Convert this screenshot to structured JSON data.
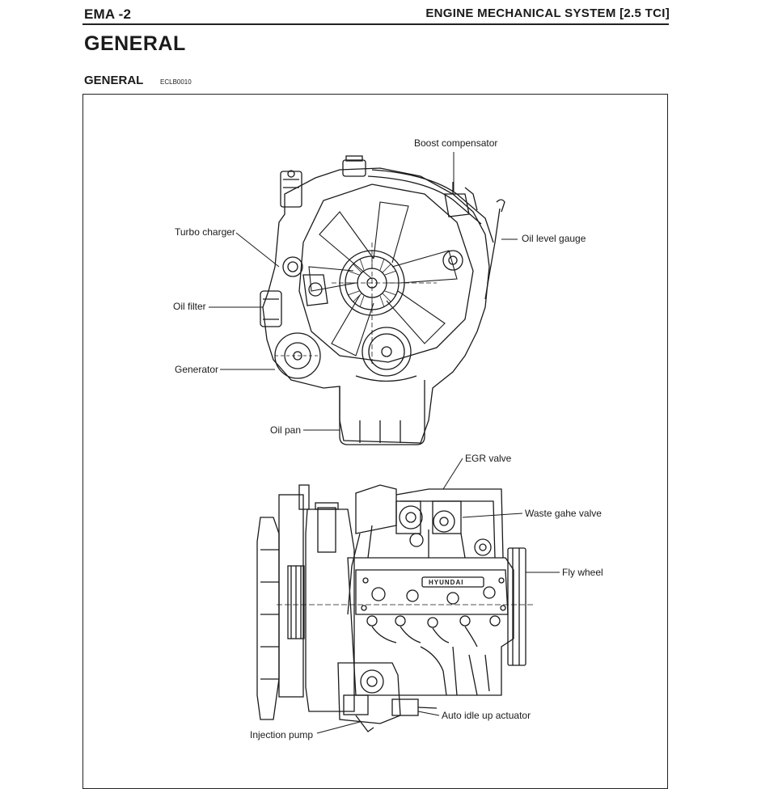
{
  "header": {
    "section_code": "EMA -2",
    "chapter_title": "ENGINE MECHANICAL SYSTEM [2.5 TCI]"
  },
  "page_title": "GENERAL",
  "section": {
    "title": "GENERAL",
    "doc_code": "ECLB0010"
  },
  "front_view_labels": {
    "boost_compensator": "Boost compensator",
    "turbo_charger": "Turbo charger",
    "oil_level_gauge": "Oil level gauge",
    "oil_filter": "Oil filter",
    "generator": "Generator",
    "oil_pan": "Oil pan"
  },
  "side_view_labels": {
    "egr_valve": "EGR valve",
    "waste_gate_valve": "Waste gahe valve",
    "fly_wheel": "Fly wheel",
    "auto_idle_up_actuator": "Auto idle up actuator",
    "injection_pump": "Injection pump",
    "logo": "HYUNDAI"
  }
}
